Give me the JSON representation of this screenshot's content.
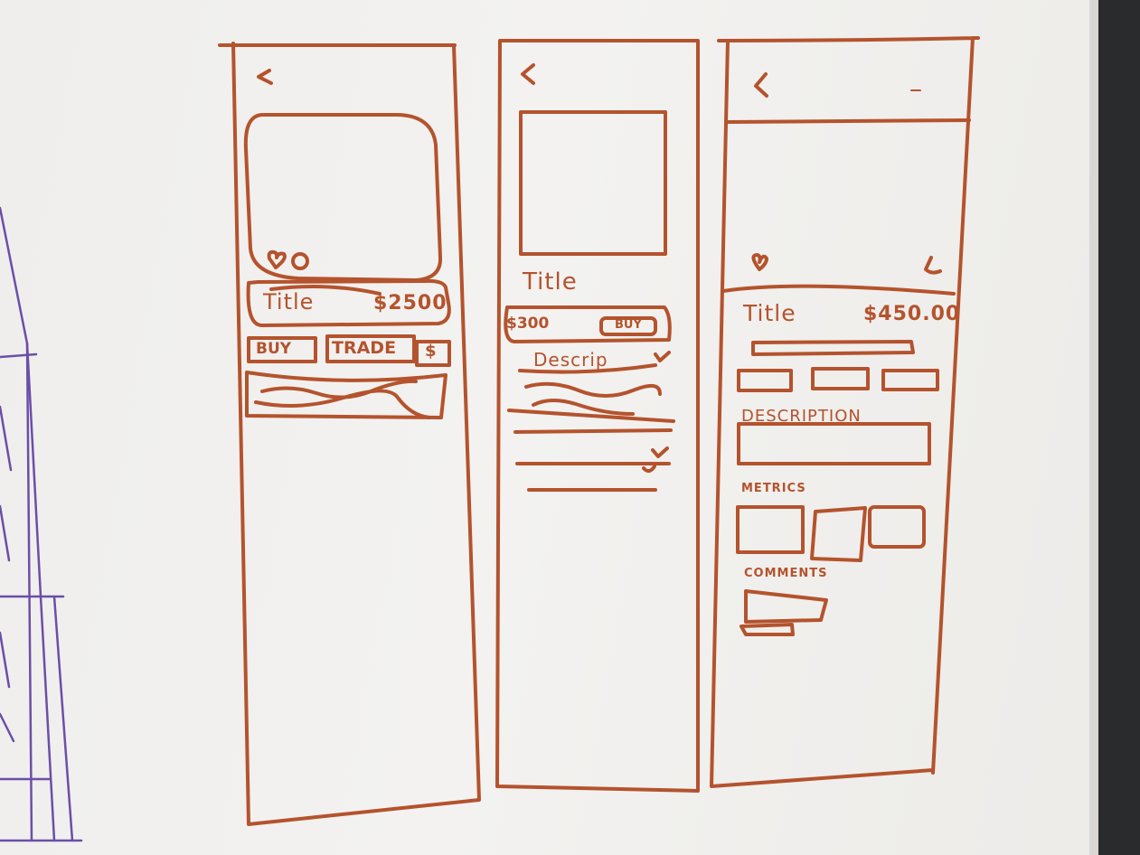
{
  "colors": {
    "marker": "#b4532d",
    "board": "#f1f0ee",
    "purple": "#6a4fa8",
    "frame": "#2a2b2d"
  },
  "screen1": {
    "back": "<",
    "title": "Title",
    "price": "$2500",
    "buttons": [
      "BUY",
      "TRADE",
      "$"
    ],
    "icons": [
      "heart-icon",
      "comment-icon"
    ]
  },
  "screen2": {
    "back": "<",
    "title": "Title",
    "price": "$300",
    "buy": "BUY",
    "description": "Descrip",
    "chevron": "v"
  },
  "screen3": {
    "back": "<",
    "title": "Title",
    "price": "$450.00",
    "description_heading": "DESCRIPTION",
    "metrics_heading": "METRICS",
    "comments_heading": "COMMENTS",
    "icons": [
      "heart-icon",
      "share-icon"
    ]
  }
}
